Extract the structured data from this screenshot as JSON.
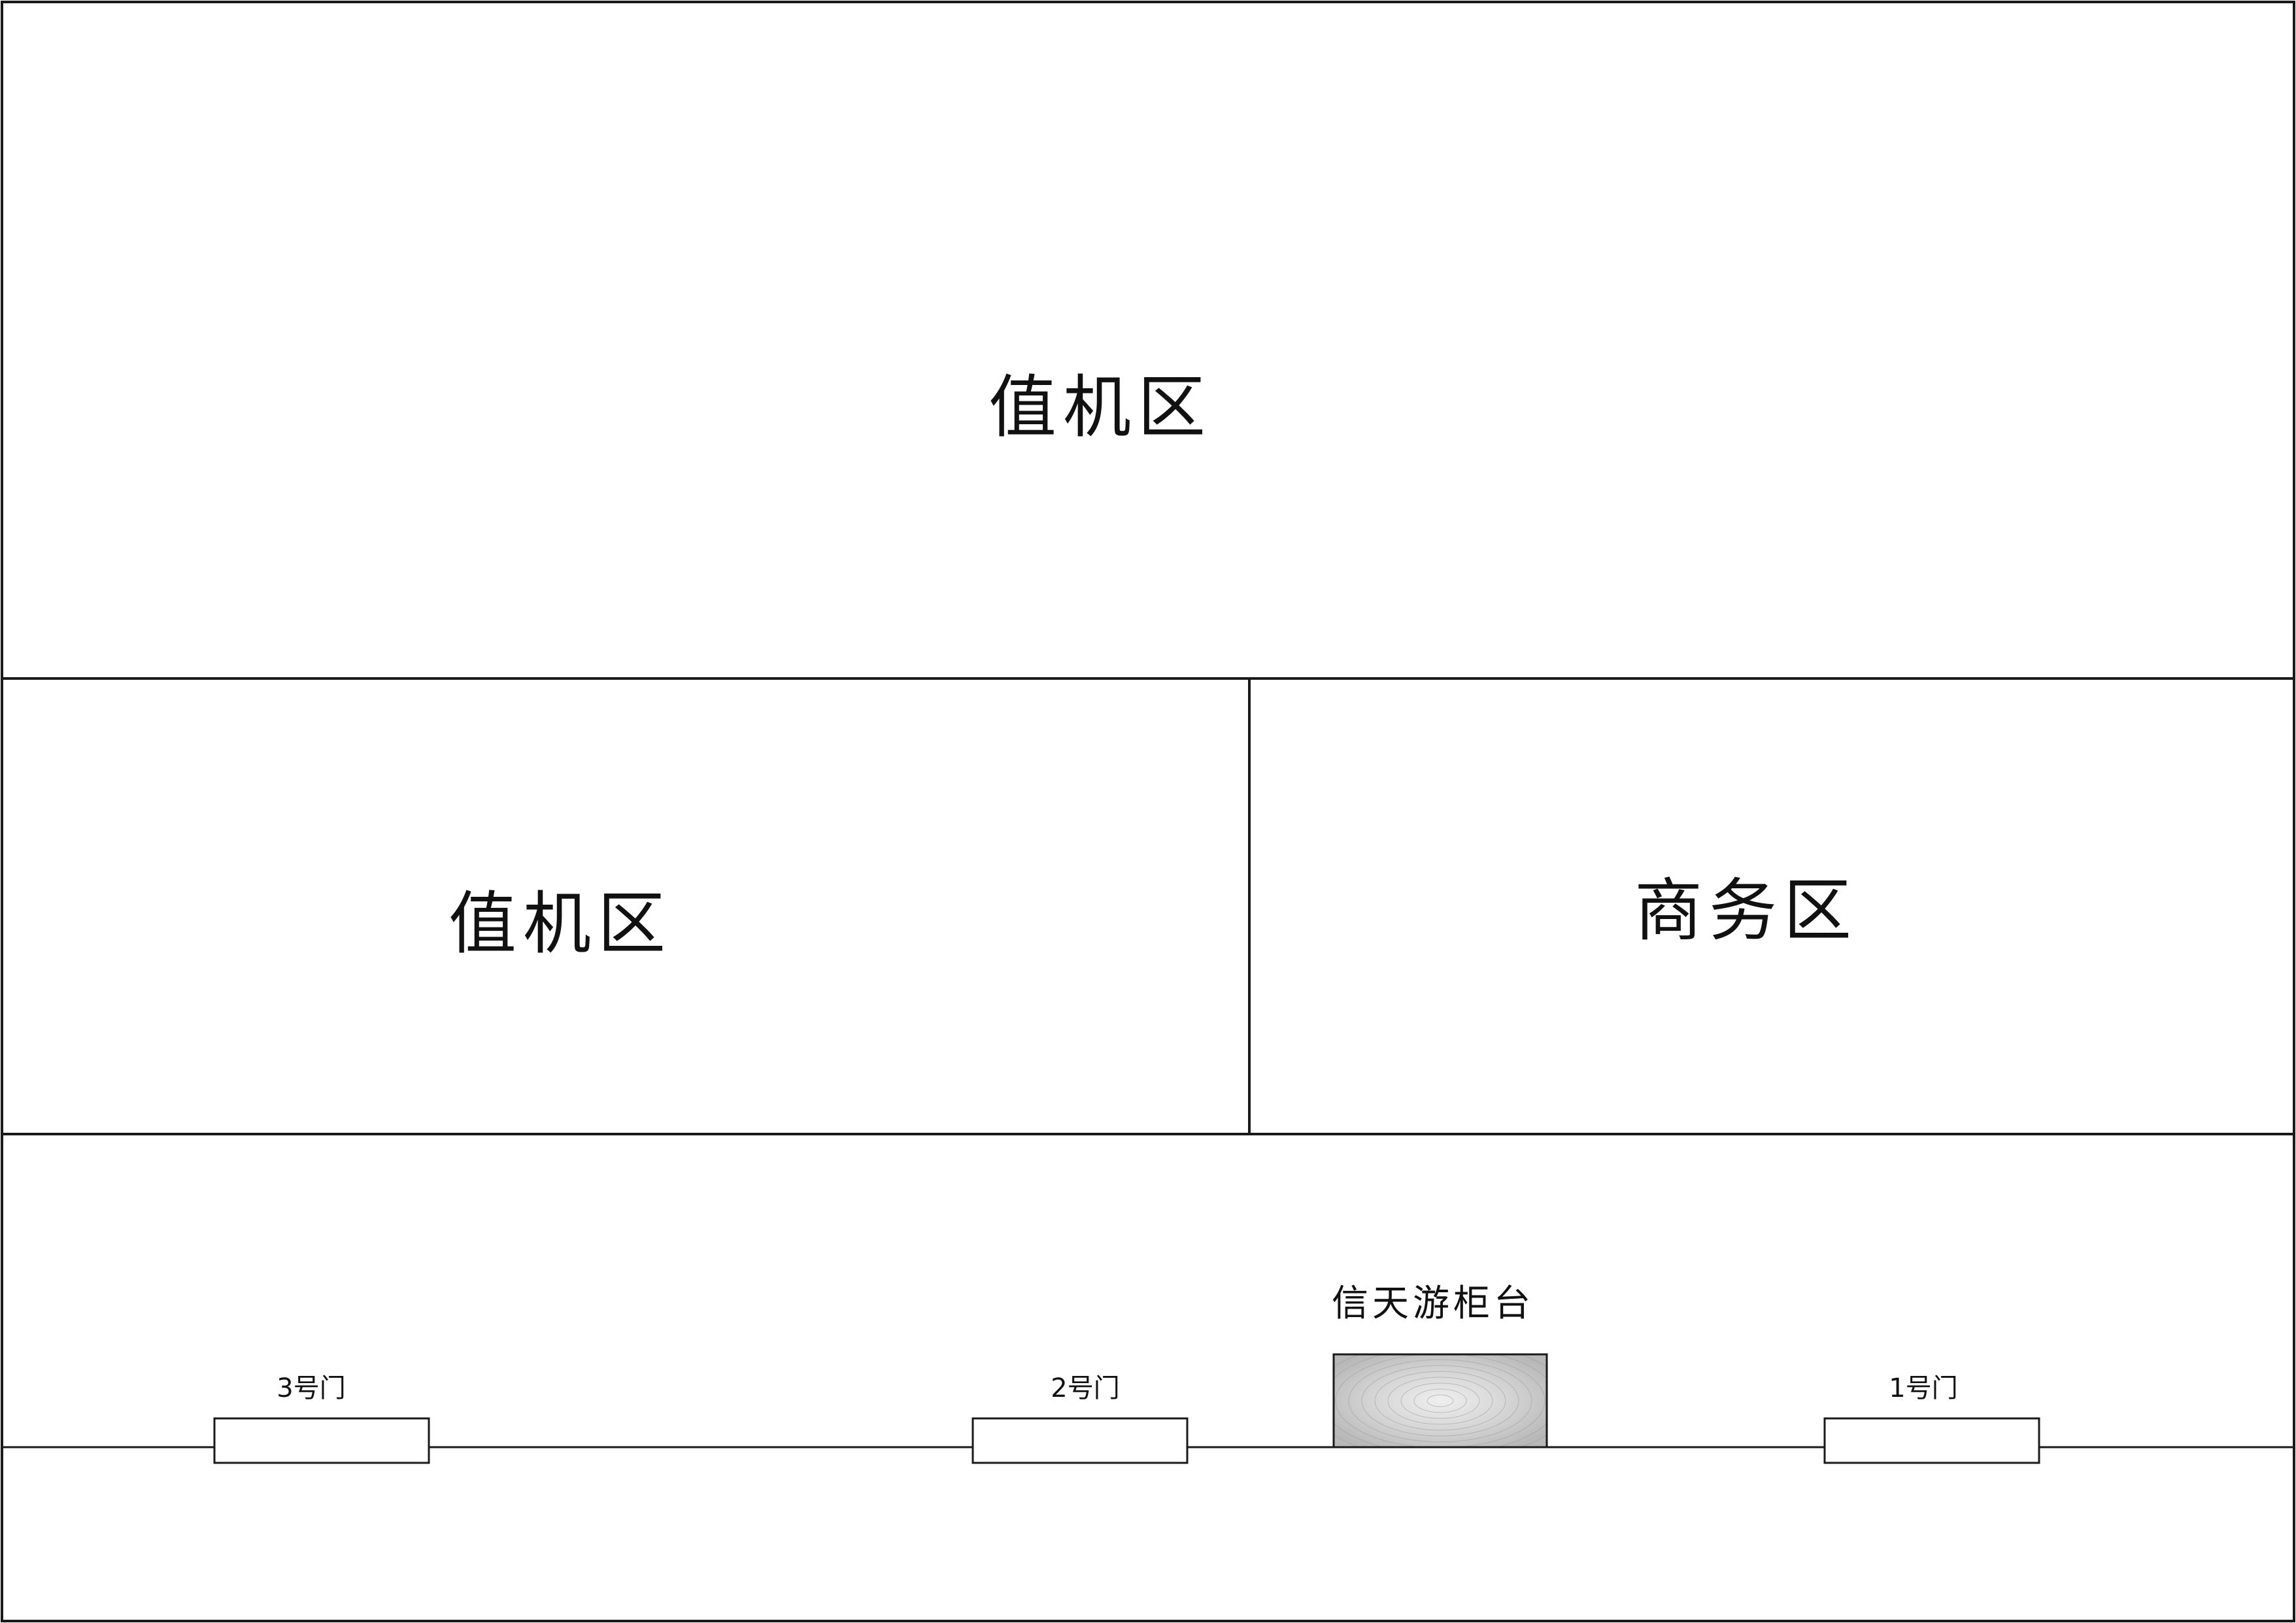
{
  "floor_plan": {
    "zones": {
      "upper_checkin": "值机区",
      "middle_checkin": "值机区",
      "business": "商务区"
    },
    "doors": {
      "door_3": "3号门",
      "door_2": "2号门",
      "door_1": "1号门"
    },
    "counter": {
      "label": "信天游柜台"
    },
    "colors": {
      "line": "#1a1a1a",
      "background": "#ffffff",
      "counter_fill": "#c8c8c8"
    }
  }
}
